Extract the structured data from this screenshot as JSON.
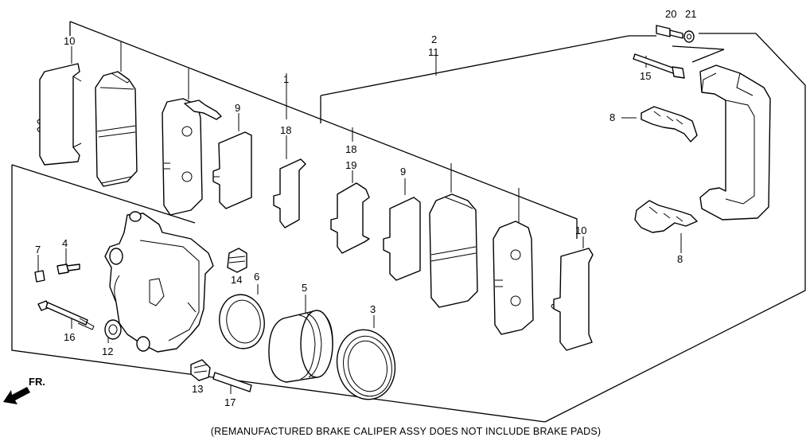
{
  "callouts": {
    "c1": "1",
    "c2": "2",
    "c3": "3",
    "c4": "4",
    "c5": "5",
    "c6": "6",
    "c7": "7",
    "c8a": "8",
    "c8b": "8",
    "c9a": "9",
    "c9b": "9",
    "c10a": "10",
    "c10b": "10",
    "c11": "11",
    "c12": "12",
    "c13": "13",
    "c14": "14",
    "c15": "15",
    "c16": "16",
    "c17": "17",
    "c18a": "18",
    "c18b": "18",
    "c19": "19",
    "c20": "20",
    "c21": "21"
  },
  "direction_label": "FR.",
  "caption": "(REMANUFACTURED BRAKE CALIPER ASSY DOES NOT INCLUDE BRAKE PADS)"
}
